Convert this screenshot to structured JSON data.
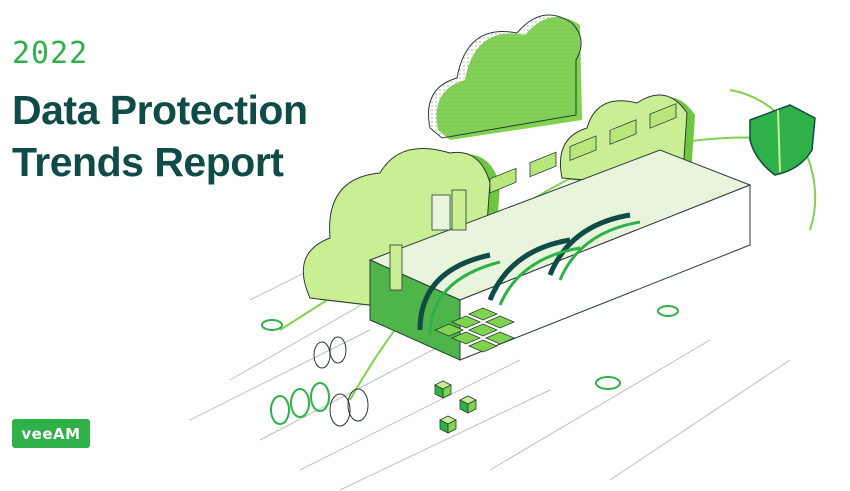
{
  "header": {
    "year": "2022",
    "title_line1": "Data Protection",
    "title_line2": "Trends Report"
  },
  "brand": {
    "logo_text": "veeAM",
    "colors": {
      "accent": "#2fb14a",
      "title": "#0f4c47",
      "light_green": "#b9e67a",
      "teal": "#0f4c47"
    }
  },
  "illustration": {
    "icons": [
      "cloud-icon",
      "shield-icon",
      "server-rack-icon",
      "data-cube-icon"
    ]
  }
}
